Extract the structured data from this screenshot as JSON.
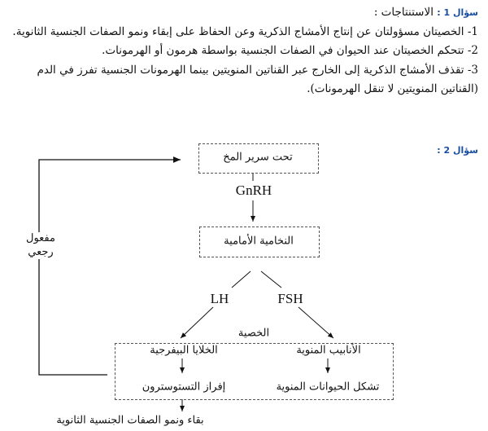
{
  "q1": {
    "label": "سؤال 1 :",
    "heading": "الاستنتاجات :",
    "items": [
      "1- الخصيتان مسؤولتان عن إنتاج الأمشاج الذكرية وعن الحفاظ على إبقاء ونمو الصفات الجنسية الثانوية.",
      "2- تتحكم الخصيتان عند الحيوان في الصفات الجنسية بواسطة هرمون أو الهرمونات.",
      "3- تقذف الأمشاج الذكرية إلى الخارج عبر القناتين المنويتين بينما الهرمونات الجنسية تفرز في الدم (القناتين المنويتين لا تنقل الهرمونات)."
    ]
  },
  "q2": {
    "label": "سؤال 2 :",
    "diagram": {
      "hypothalamus": "تحت سرير المخ",
      "gnrh": "GnRH",
      "pituitary": "النخامية الأمامية",
      "lh": "LH",
      "fsh": "FSH",
      "testis": "الخصية",
      "leydig": "الخلايا البيفرجية",
      "testosterone": "إفراز التستوسترون",
      "tubules": "الأنابيب المنوية",
      "sperm": "تشكل الحيوانات المنوية",
      "feedback": "مفعول رجعي",
      "result": "بقاء ونمو الصفات الجنسية الثانوية"
    }
  }
}
